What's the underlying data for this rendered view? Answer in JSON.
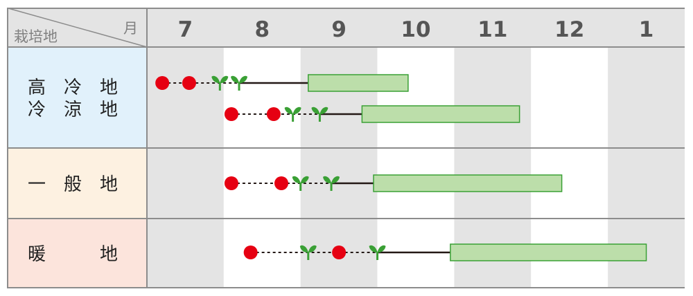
{
  "chart_data": {
    "type": "gantt",
    "header": {
      "corner_row": "栽培地",
      "corner_col": "月"
    },
    "months": [
      "7",
      "8",
      "9",
      "10",
      "11",
      "12",
      "1"
    ],
    "regions": [
      {
        "label_lines": [
          "高　冷　地",
          "冷　涼　地"
        ],
        "bg": "#e1f1fb",
        "rows": [
          {
            "sow": [
              7.2,
              7.55
            ],
            "sprout": [
              7.95,
              8.2
            ],
            "harvest": [
              9.1,
              10.4
            ]
          },
          {
            "sow": [
              8.1,
              8.65
            ],
            "sprout": [
              8.9,
              9.25
            ],
            "harvest": [
              9.8,
              11.85
            ]
          }
        ]
      },
      {
        "label_lines": [
          "一　般　地"
        ],
        "bg": "#fdf1e1",
        "rows": [
          {
            "sow": [
              8.1,
              8.75
            ],
            "sprout": [
              9.0,
              9.4
            ],
            "harvest": [
              9.95,
              12.4
            ]
          }
        ]
      },
      {
        "label_lines": [
          "暖　　　地"
        ],
        "bg": "#fce4dc",
        "rows": [
          {
            "sow": [
              8.35,
              9.5
            ],
            "sprout": [
              9.1,
              10.0
            ],
            "harvest": [
              10.95,
              13.5
            ]
          }
        ]
      }
    ],
    "colors": {
      "sow": "#e60012",
      "sprout": "#3aa035",
      "harvest_fill": "#bcdeaa",
      "harvest_stroke": "#3aa035",
      "col_shade": "#e4e4e4",
      "grid": "#8c8c8c"
    }
  }
}
